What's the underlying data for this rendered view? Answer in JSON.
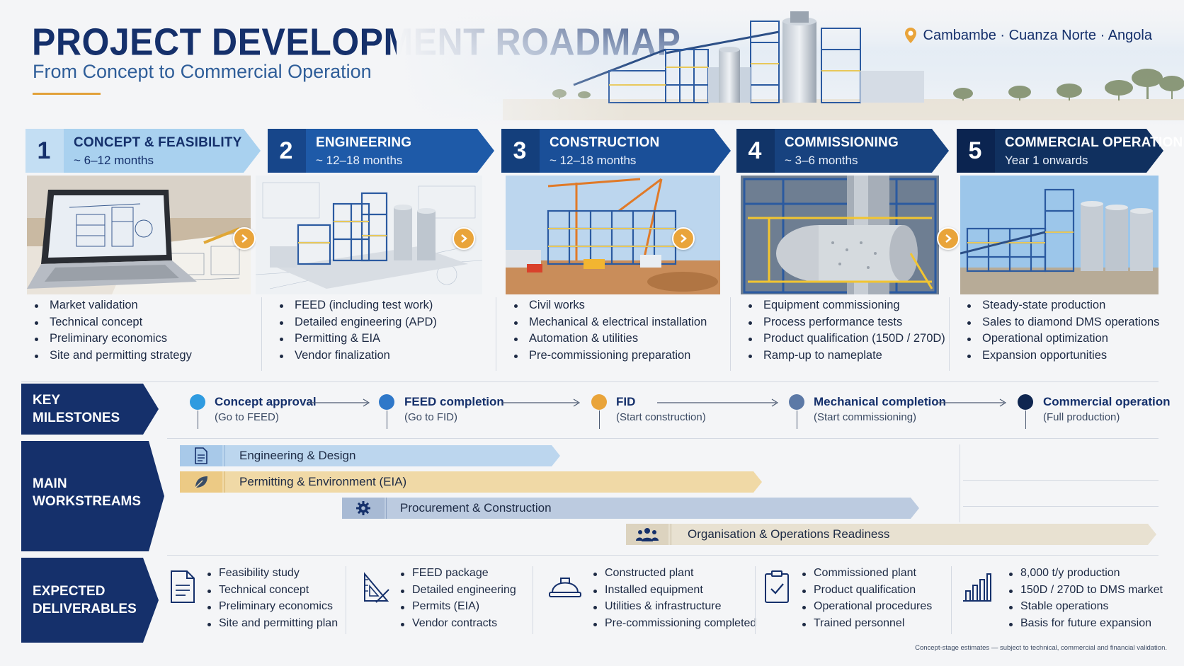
{
  "header": {
    "title": "PROJECT DEVELOPMENT ROADMAP",
    "subtitle": "From Concept to Commercial Operation",
    "location": "Cambambe · Cuanza Norte · Angola"
  },
  "colors": {
    "navy": "#15306b",
    "mid_blue": "#1e4d8f",
    "light_blue": "#a9d1ef",
    "accent_orange": "#e9a43a"
  },
  "phases": [
    {
      "number": "1",
      "title": "CONCEPT & FEASIBILITY",
      "duration": "~ 6–12 months",
      "image_icon": "laptop-plant-design-image",
      "bullets": [
        "Market validation",
        "Technical concept",
        "Preliminary economics",
        "Site and permitting strategy"
      ]
    },
    {
      "number": "2",
      "title": "ENGINEERING",
      "duration": "~ 12–18 months",
      "image_icon": "plant-3d-model-image",
      "bullets": [
        "FEED (including test work)",
        "Detailed engineering (APD)",
        "Permitting & EIA",
        "Vendor finalization"
      ]
    },
    {
      "number": "3",
      "title": "CONSTRUCTION",
      "duration": "~ 12–18 months",
      "image_icon": "construction-site-image",
      "bullets": [
        "Civil works",
        "Mechanical & electrical installation",
        "Automation & utilities",
        "Pre-commissioning preparation"
      ]
    },
    {
      "number": "4",
      "title": "COMMISSIONING",
      "duration": "~ 3–6 months",
      "image_icon": "mill-interior-image",
      "bullets": [
        "Equipment commissioning",
        "Process performance tests",
        "Product qualification (150D / 270D)",
        "Ramp-up to nameplate"
      ]
    },
    {
      "number": "5",
      "title": "COMMERCIAL OPERATION",
      "duration": "Year 1 onwards",
      "image_icon": "operating-plant-image",
      "bullets": [
        "Steady-state production",
        "Sales to diamond DMS operations",
        "Operational optimization",
        "Expansion opportunities"
      ]
    }
  ],
  "milestones": {
    "label_line1": "KEY",
    "label_line2": "MILESTONES",
    "items": [
      {
        "title": "Concept approval",
        "subtitle": "(Go to FEED)",
        "color": "#2f9be0"
      },
      {
        "title": "FEED completion",
        "subtitle": "(Go to FID)",
        "color": "#2f78c9"
      },
      {
        "title": "FID",
        "subtitle": "(Start construction)",
        "color": "#e9a43a"
      },
      {
        "title": "Mechanical completion",
        "subtitle": "(Start commissioning)",
        "color": "#5c79a6"
      },
      {
        "title": "Commercial operation",
        "subtitle": "(Full production)",
        "color": "#0f2650"
      }
    ]
  },
  "workstreams": {
    "label_line1": "MAIN",
    "label_line2": "WORKSTREAMS",
    "items": [
      {
        "label": "Engineering & Design",
        "icon": "document-icon",
        "color": "#bcd6ee"
      },
      {
        "label": "Permitting & Environment (EIA)",
        "icon": "leaf-icon",
        "color": "#f0d9a6"
      },
      {
        "label": "Procurement & Construction",
        "icon": "gear-icon",
        "color": "#bccbe0"
      },
      {
        "label": "Organisation & Operations Readiness",
        "icon": "team-icon",
        "color": "#e8e1d1"
      }
    ]
  },
  "deliverables": {
    "label_line1": "EXPECTED",
    "label_line2": "DELIVERABLES",
    "groups": [
      {
        "icon": "document-icon",
        "items": [
          "Feasibility study",
          "Technical concept",
          "Preliminary economics",
          "Site and permitting plan"
        ]
      },
      {
        "icon": "drafting-triangle-icon",
        "items": [
          "FEED package",
          "Detailed engineering",
          "Permits (EIA)",
          "Vendor contracts"
        ]
      },
      {
        "icon": "hard-hat-icon",
        "items": [
          "Constructed plant",
          "Installed equipment",
          "Utilities & infrastructure",
          "Pre-commissioning completed"
        ]
      },
      {
        "icon": "checklist-icon",
        "items": [
          "Commissioned plant",
          "Product qualification",
          "Operational procedures",
          "Trained personnel"
        ]
      },
      {
        "icon": "bar-chart-icon",
        "items": [
          "8,000 t/y production",
          "150D / 270D to DMS market",
          "Stable operations",
          "Basis for future expansion"
        ]
      }
    ]
  },
  "footnote": "Concept-stage estimates — subject to technical, commercial and financial validation."
}
